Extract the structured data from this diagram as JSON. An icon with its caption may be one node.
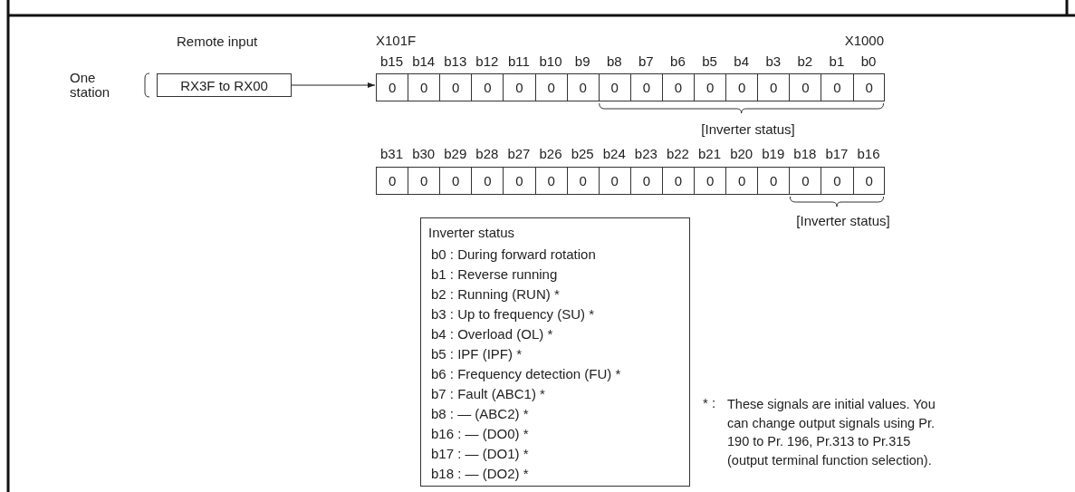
{
  "diagram": {
    "nodes": [
      {
        "text": [
          "RX3F to RX00"
        ]
      },
      {
        "text": [],
        "shape": "box"
      },
      {
        "text": [],
        "shape": "box"
      },
      {
        "text": [
          "Inverter status",
          "b0 : During forward rotation",
          "b1 : Reverse running",
          "b2 : Running (RUN) *",
          "b3 : Up to frequency (SU) *",
          "b4 : Overload (OL) *",
          "b5 : IPF (IPF) *",
          "b6 : Frequency detection (FU) *",
          "b7 : Fault (ABC1) *",
          "b8 : — (ABC2) *",
          "b16 : — (DO0) *",
          "b17 : — (DO1) *",
          "b18 : — (DO2) *"
        ]
      }
    ],
    "edges": [
      {
        "from": 0,
        "to": 1,
        "arrow": "to"
      }
    ],
    "labels": [
      "Remote input",
      "X101F",
      "X1000",
      "One station",
      "b15",
      "b14",
      "b13",
      "b12",
      "b11",
      "b10",
      "b9",
      "b8",
      "b7",
      "b6",
      "b5",
      "b4",
      "b3",
      "b2",
      "b1",
      "b0",
      "0",
      "0",
      "0",
      "0",
      "0",
      "0",
      "0",
      "0",
      "0",
      "0",
      "0",
      "0",
      "0",
      "0",
      "0",
      "0",
      "[Inverter status]",
      "b31",
      "b30",
      "b29",
      "b28",
      "b27",
      "b26",
      "b25",
      "b24",
      "b23",
      "b22",
      "b21",
      "b20",
      "b19",
      "b18",
      "b17",
      "b16",
      "0",
      "0",
      "0",
      "0",
      "0",
      "0",
      "0",
      "0",
      "0",
      "0",
      "0",
      "0",
      "0",
      "0",
      "0",
      "0",
      "[Inverter status]",
      "* :",
      "These signals are initial values. You can change output signals using Pr. 190 to Pr. 196, Pr.313 to Pr.315 (output terminal function selection)."
    ]
  }
}
